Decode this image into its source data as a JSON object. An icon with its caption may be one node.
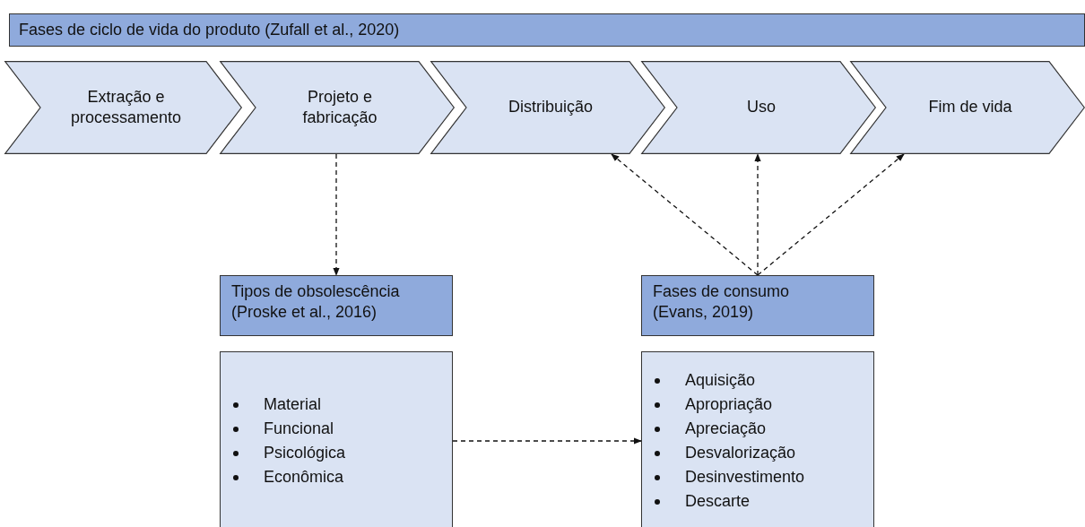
{
  "diagram": {
    "nodes": [
      {
        "text": [
          "Fases de ciclo de vida do produto (Zufall et al., 2020)"
        ]
      },
      {
        "text": [
          "Extração e processamento"
        ]
      },
      {
        "text": [
          "Projeto e fabricação"
        ]
      },
      {
        "text": [
          "Distribuição"
        ]
      },
      {
        "text": [
          "Uso"
        ]
      },
      {
        "text": [
          "Fim de vida"
        ]
      },
      {
        "text": [
          "Tipos de obsolescência (Proske et al., 2016)"
        ]
      },
      {
        "text": [
          "Fases de consumo (Evans, 2019)"
        ]
      },
      {
        "text": [
          "Material",
          "Funcional",
          "Psicológica",
          "Econômica"
        ]
      },
      {
        "text": [
          "Aquisição",
          "Apropriação",
          "Apreciação",
          "Desvalorização",
          "Desinvestimento",
          "Descarte"
        ]
      }
    ],
    "edges": [
      {
        "from": 2,
        "to": 6,
        "arrow": "to",
        "style": "dashed"
      },
      {
        "from": 7,
        "to": 3,
        "arrow": "to",
        "style": "dashed"
      },
      {
        "from": 7,
        "to": 4,
        "arrow": "to",
        "style": "dashed"
      },
      {
        "from": 7,
        "to": 5,
        "arrow": "to",
        "style": "dashed"
      },
      {
        "from": 8,
        "to": 9,
        "arrow": "to",
        "style": "dashed"
      }
    ]
  }
}
